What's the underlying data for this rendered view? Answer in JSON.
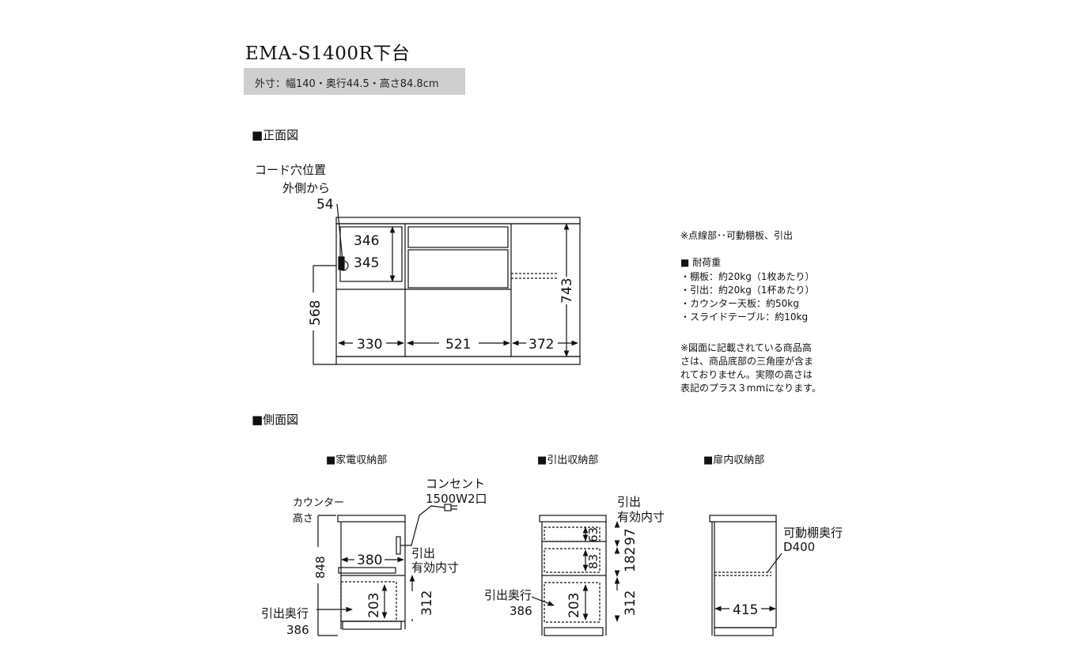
{
  "title": "EMA-S1400R下台",
  "spec": "外寸：幅140・奥行44.5・高さ84.8cm",
  "front": {
    "heading": "■正面図",
    "cord_label": [
      "コード穴位置",
      "外側から",
      "54"
    ],
    "dims": {
      "h_left_top": "346",
      "h_left_bottom": "345",
      "total_height": "568",
      "right_height": "743",
      "w_left": "330",
      "w_mid": "521",
      "w_right": "372"
    }
  },
  "notes": {
    "dashed": "※点線部･･可動棚板、引出",
    "load_title": "■ 耐荷重",
    "loads": [
      "・棚板：約20kg（1枚あたり）",
      "・引出：約20kg（1杯あたり）",
      "・カウンター天板：約50kg",
      "・スライドテーブル：約10kg"
    ],
    "height_note": [
      "※図面に記載されている商品高",
      "さは、商品底部の三角座が含ま",
      "れておりません。実際の高さは",
      "表記のプラス３mmになります。"
    ]
  },
  "side": {
    "heading": "■側面図",
    "appliance": {
      "label": "■家電収納部",
      "counter_label": [
        "カウンター",
        "高さ"
      ],
      "outlet_label": [
        "コンセント",
        "1500W2口"
      ],
      "dims": {
        "height": "848",
        "width": "380",
        "drawer_depth_in": "203",
        "drawer_height": "312"
      },
      "inner_label": [
        "引出",
        "有効内寸"
      ],
      "depth_label": [
        "引出奥行",
        "386"
      ]
    },
    "drawer": {
      "label": "■引出収納部",
      "inner_label": [
        "引出",
        "有効内寸"
      ],
      "dims": {
        "d1": "63",
        "d2": "83",
        "d3": "203",
        "h1": "97",
        "h2": "182",
        "h3": "312"
      },
      "depth_label": [
        "引出奥行",
        "386"
      ]
    },
    "door": {
      "label": "■扉内収納部",
      "shelf_label": [
        "可動棚奥行",
        "D400"
      ],
      "dims": {
        "depth": "415"
      }
    }
  }
}
